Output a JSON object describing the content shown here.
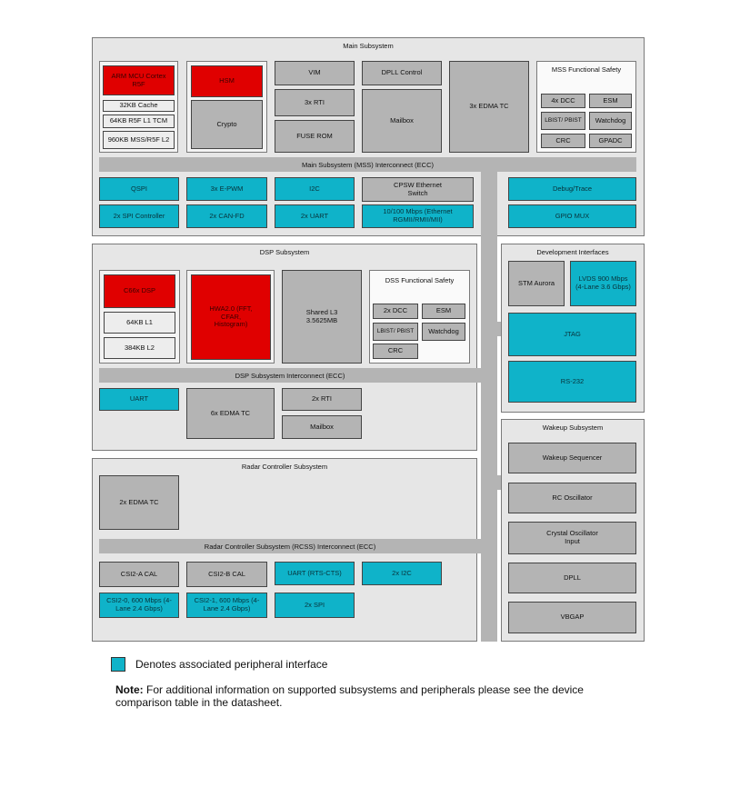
{
  "main": {
    "title": "Main Subsystem",
    "mcu": {
      "core": "ARM MCU Cortex R5F",
      "cache": "32KB Cache",
      "tcm": "64KB R5F L1 TCM",
      "l2": "960KB MSS/R5F L2"
    },
    "hsm": "HSM",
    "crypto": "Crypto",
    "vim": "VIM",
    "rti": "3x RTI",
    "fuse": "FUSE ROM",
    "dpll": "DPLL Control",
    "mailbox": "Mailbox",
    "edma": "3x EDMA TC",
    "safety": {
      "title": "MSS Functional Safety",
      "dcc": "4x DCC",
      "esm": "ESM",
      "lbist": "LBIST/ PBIST",
      "watchdog": "Watchdog",
      "crc": "CRC",
      "gpadc": "GPADC"
    },
    "interconnect": "Main Subsystem (MSS) Interconnect (ECC)",
    "periph": {
      "qspi": "QSPI",
      "epwm": "3x E-PWM",
      "i2c": "I2C",
      "cpsw": "CPSW Ethernet Switch",
      "spi": "2x SPI Controller",
      "can": "2x CAN-FD",
      "uart": "2x UART",
      "eth": "10/100 Mbps (Ethernet RGMII/RMII/MII)",
      "debug": "Debug/Trace",
      "gpio": "GPIO MUX"
    }
  },
  "dsp": {
    "title": "DSP Subsystem",
    "c66": "C66x DSP",
    "l1": "64KB L1",
    "l2": "384KB L2",
    "hwa": "HWA2.0 (FFT, CFAR, Histogram)",
    "l3": "Shared L3 3.5625MB",
    "safety": {
      "title": "DSS Functional Safety",
      "dcc": "2x DCC",
      "esm": "ESM",
      "lbist": "LBIST/ PBIST",
      "watchdog": "Watchdog",
      "crc": "CRC"
    },
    "interconnect": "DSP Subsystem Interconnect (ECC)",
    "uart": "UART",
    "edma": "6x EDMA TC",
    "rti": "2x RTI",
    "mailbox": "Mailbox"
  },
  "radar": {
    "title": "Radar Controller Subsystem",
    "edma": "2x EDMA TC",
    "interconnect": "Radar Controller Subsystem (RCSS) Interconnect (ECC)",
    "csia": "CSI2-A CAL",
    "csib": "CSI2-B CAL",
    "uart": "UART (RTS-CTS)",
    "i2c": "2x I2C",
    "csi0": "CSI2-0, 600 Mbps (4-Lane 2.4 Gbps)",
    "csi1": "CSI2-1, 600 Mbps (4-Lane 2.4 Gbps)",
    "spi": "2x SPI"
  },
  "dev": {
    "title": "Development Interfaces",
    "stm": "STM Aurora",
    "lvds": "LVDS 900 Mbps (4-Lane 3.6 Gbps)",
    "jtag": "JTAG",
    "rs232": "RS-232"
  },
  "wakeup": {
    "title": "Wakeup Subsystem",
    "seq": "Wakeup Sequencer",
    "rc": "RC Oscillator",
    "xtal": "Crystal Oscillator Input",
    "dpll": "DPLL",
    "vbgap": "VBGAP"
  },
  "legend": {
    "text": "Denotes associated peripheral interface"
  },
  "note": {
    "label": "Note:",
    "text": "For additional information on supported subsystems and peripherals please see the device comparison table in the datasheet."
  },
  "colors": {
    "processor": "#e00000",
    "peripheral": "#0fb3c9",
    "block": "#b4b4b4"
  }
}
